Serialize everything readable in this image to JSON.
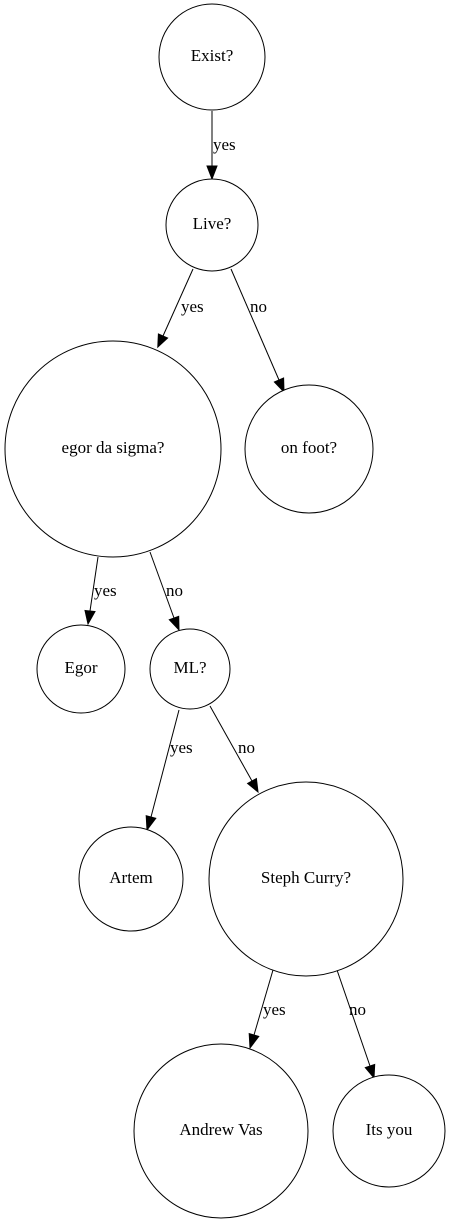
{
  "nodes": {
    "exist": "Exist?",
    "live": "Live?",
    "egor_sigma": "egor da sigma?",
    "on_foot": "on foot?",
    "egor": "Egor",
    "ml": "ML?",
    "artem": "Artem",
    "steph_curry": "Steph Curry?",
    "andrew_vas": "Andrew Vas",
    "its_you": "Its you"
  },
  "edges": {
    "exist_live": "yes",
    "live_egor_sigma": "yes",
    "live_on_foot": "no",
    "egor_sigma_egor": "yes",
    "egor_sigma_ml": "no",
    "ml_artem": "yes",
    "ml_steph_curry": "no",
    "steph_curry_andrew_vas": "yes",
    "steph_curry_its_you": "no"
  }
}
